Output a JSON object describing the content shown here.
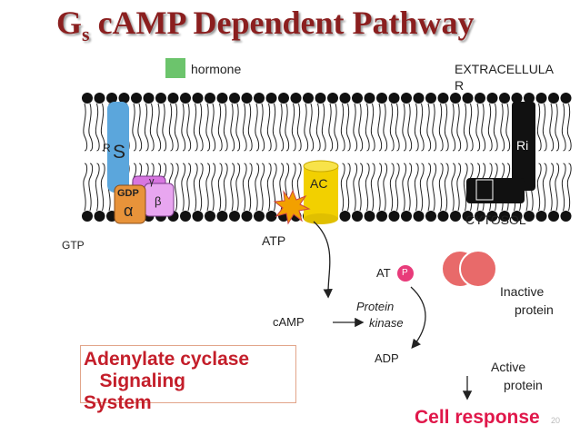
{
  "title": {
    "main": "G",
    "sub": "s",
    "rest": " cAMP  Dependent Pathway"
  },
  "labels": {
    "hormone": "hormone",
    "extracellular_line1": "EXTRACELLULA",
    "extracellular_line2": "R",
    "cytosol": "CYTOSOL",
    "rs_r": "R",
    "rs_s": "S",
    "ri": "Ri",
    "gdp": "GDP",
    "alpha": "α",
    "beta": "β",
    "gamma": "γ",
    "ac": "AC",
    "gtp": "GTP",
    "atp": "ATP",
    "camp": "cAMP",
    "atp_p_text": "AT",
    "p": "P",
    "protein_line1": "Protein",
    "protein_line2": "kinase",
    "adp": "ADP",
    "inactive_line1": "Inactive",
    "inactive_line2": "protein",
    "active_line1": "Active",
    "active_line2": "protein",
    "box_line1": "Adenylate cyclase",
    "box_line2": "   Signaling",
    "box_line3": "System",
    "cell_response": "Cell response",
    "page": "20"
  },
  "colors": {
    "title": "#8b1f1f",
    "hormone": "#6cc46c",
    "receptor_rs": "#5ba6dc",
    "ac": "#f2d000",
    "alpha_subunit": "#e8933a",
    "beta_subunit": "#d776e0",
    "p_badge": "#e83b7a",
    "protein": "#e86a6a",
    "box_text": "#c41e2a",
    "cell_response": "#e0174a"
  }
}
